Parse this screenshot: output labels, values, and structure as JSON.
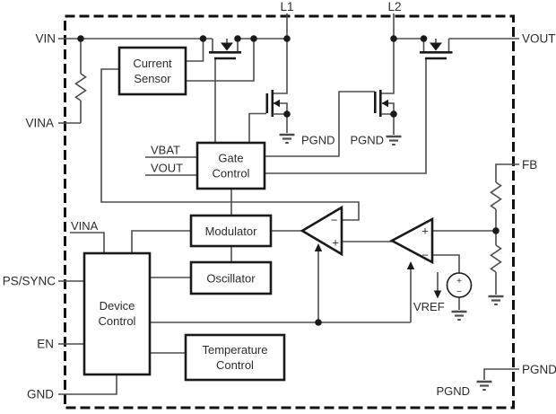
{
  "title": "Power converter functional block diagram",
  "colors": {
    "wire": "#4d4d4d",
    "ink": "#1a1a1a",
    "background": "#ffffff",
    "text": "#2b2b2b"
  },
  "pins": {
    "vin": "VIN",
    "vina": "VINA",
    "ps_sync": "PS/SYNC",
    "en": "EN",
    "gnd": "GND",
    "l1": "L1",
    "l2": "L2",
    "vout": "VOUT",
    "fb": "FB",
    "pgnd": "PGND"
  },
  "blocks": {
    "current_sensor": [
      "Current",
      "Sensor"
    ],
    "gate_control": [
      "Gate",
      "Control"
    ],
    "modulator": [
      "Modulator"
    ],
    "oscillator": [
      "Oscillator"
    ],
    "device_control": [
      "Device",
      "Control"
    ],
    "temperature_control": [
      "Temperature",
      "Control"
    ]
  },
  "nets": {
    "vbat": "VBAT",
    "vout": "VOUT",
    "vina": "VINA",
    "vref": "VREF",
    "pgnd_left": "PGND",
    "pgnd_right": "PGND",
    "pgnd_bottom": "PGND"
  },
  "signs": {
    "plus": "+",
    "minus": "−"
  }
}
